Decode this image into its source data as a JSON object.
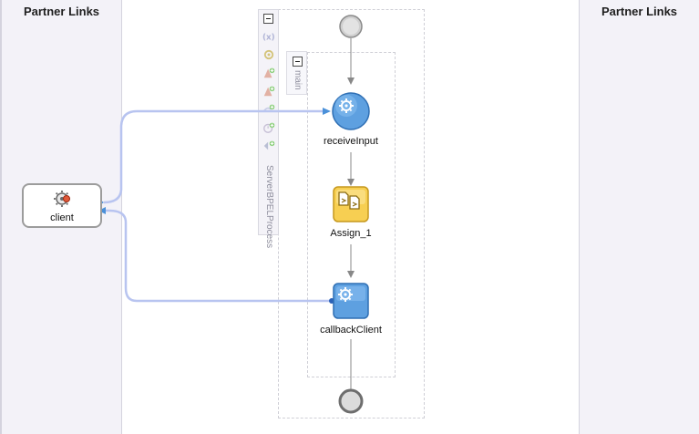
{
  "left_lane": {
    "title": "Partner Links"
  },
  "right_lane": {
    "title": "Partner Links"
  },
  "partner_link": {
    "label": "client"
  },
  "toolbar": {
    "process_name": "ServerBPELProcess"
  },
  "scope": {
    "label": "main"
  },
  "activities": [
    {
      "label": "receiveInput",
      "kind": "receive",
      "icon": "gear-icon"
    },
    {
      "label": "Assign_1",
      "kind": "assign",
      "icon": "assign-icon"
    },
    {
      "label": "callbackClient",
      "kind": "invoke",
      "icon": "gear-icon"
    }
  ],
  "colors": {
    "receive": "#4a90d9",
    "assign": "#f5c542",
    "wire": "#b8c4f0",
    "lane": "#f3f2f8"
  }
}
